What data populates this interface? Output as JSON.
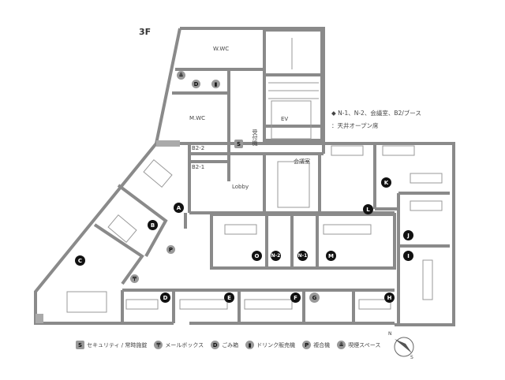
{
  "floor": "3F",
  "note": {
    "line1": "◆ N-1、N-2、会議室、B2/ブース",
    "line2": "：天井オープン席"
  },
  "rooms": {
    "wwc": "W.WC",
    "mwc": "M.WC",
    "ev": "EV",
    "b22": "B2-2",
    "b21": "B2-1",
    "lobby": "Lobby",
    "meeting": "会議室",
    "reception": "受付機"
  },
  "markers": [
    "A",
    "B",
    "C",
    "D",
    "E",
    "F",
    "G",
    "H",
    "I",
    "J",
    "K",
    "L",
    "M",
    "N-1",
    "N-2",
    "O"
  ],
  "icons": {
    "security": "S",
    "trash": "D",
    "mfp": "P",
    "mail": "〒",
    "vending": "▮",
    "smoking": "≗"
  },
  "legend": [
    {
      "icon": "S",
      "label": "セキュリティ / 常時施錠"
    },
    {
      "icon": "〒",
      "label": "メールボックス"
    },
    {
      "icon": "D",
      "label": "ごみ箱"
    },
    {
      "icon": "▮",
      "label": "ドリンク販売機"
    },
    {
      "icon": "P",
      "label": "複合機"
    },
    {
      "icon": "≗",
      "label": "喫煙スペース"
    }
  ],
  "compass": {
    "n": "N",
    "s": "S"
  }
}
